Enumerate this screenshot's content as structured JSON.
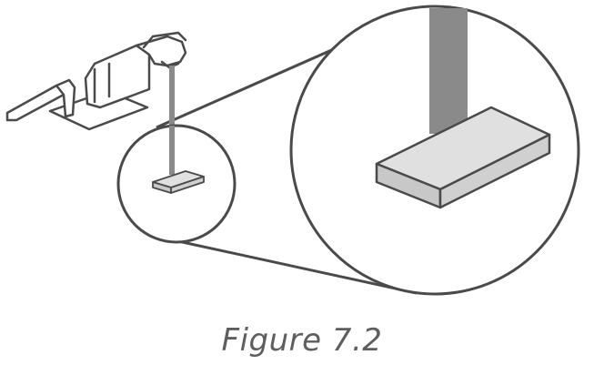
{
  "figure": {
    "caption": "Figure 7.2"
  },
  "colors": {
    "outline": "#4a4a4a",
    "stream": "#8a8a8a",
    "block_top": "#e0e0e0",
    "block_side": "#d0d0d0",
    "block_front": "#c8c8c8",
    "background": "#ffffff",
    "caption": "#5e5e5e"
  },
  "icons": {
    "faucet": "faucet-icon",
    "stream": "water-stream",
    "block": "block-plate"
  }
}
